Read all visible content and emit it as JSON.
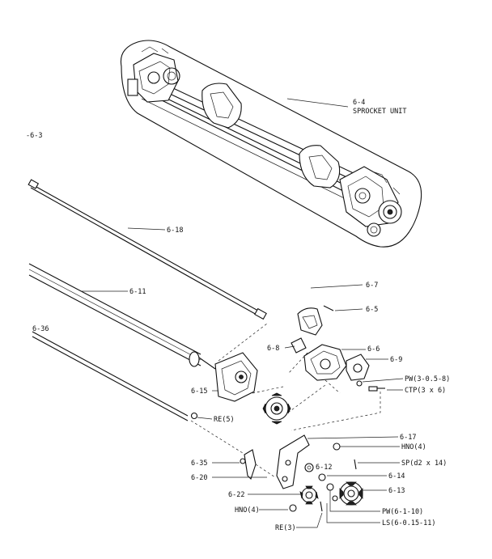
{
  "labels": {
    "sprocket_code": "6-4",
    "sprocket_name": "SPROCKET UNIT",
    "l_6_3": "-6-3",
    "l_6_18": "6-18",
    "l_6_11": "6-11",
    "l_6_36": "6-36",
    "l_6_7": "6-7",
    "l_6_5": "6-5",
    "l_6_8": "6-8",
    "l_6_6": "6-6",
    "l_6_9": "6-9",
    "l_pw1": "PW(3-0.5-8)",
    "l_ctp": "CTP(3 x 6)",
    "l_6_15": "6-15",
    "l_re5": "RE(5)",
    "l_6_17": "6-17",
    "l_hno4a": "HNO(4)",
    "l_6_35": "6-35",
    "l_sp": "SP(d2 x 14)",
    "l_6_12": "6-12",
    "l_6_20": "6-20",
    "l_6_14": "6-14",
    "l_6_22": "6-22",
    "l_6_13": "6-13",
    "l_hno4b": "HNO(4)",
    "l_pw2": "PW(6-1-10)",
    "l_re3": "RE(3)",
    "l_ls": "LS(6-0.15-11)"
  }
}
